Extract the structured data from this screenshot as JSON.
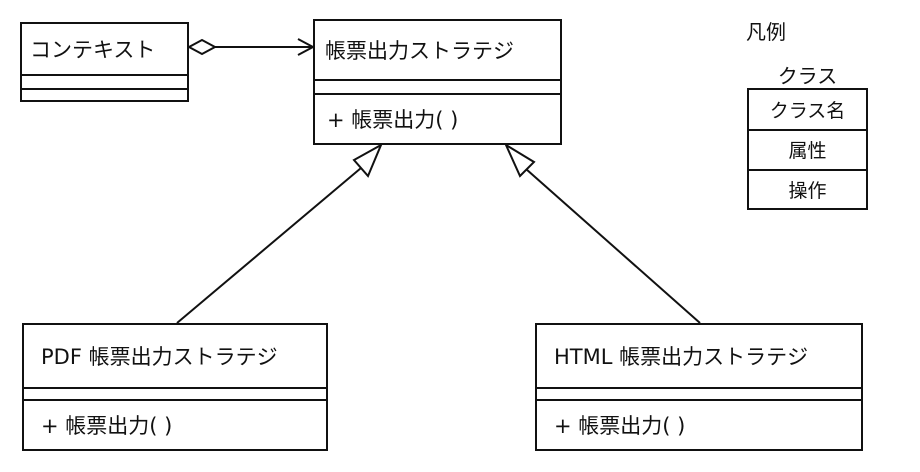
{
  "legend": {
    "title": "凡例",
    "class_label": "クラス",
    "rows": [
      "クラス名",
      "属性",
      "操作"
    ]
  },
  "classes": {
    "context": {
      "name": "コンテキスト",
      "operation": ""
    },
    "strategy": {
      "name": "帳票出力ストラテジ",
      "operation": "+ 帳票出力( )"
    },
    "pdf_strategy": {
      "name": "PDF 帳票出力ストラテジ",
      "operation": "+ 帳票出力( )"
    },
    "html_strategy": {
      "name": "HTML 帳票出力ストラテジ",
      "operation": "+ 帳票出力( )"
    }
  },
  "relations": [
    {
      "type": "aggregation-navigable",
      "from": "context",
      "to": "strategy"
    },
    {
      "type": "generalization",
      "from": "pdf_strategy",
      "to": "strategy"
    },
    {
      "type": "generalization",
      "from": "html_strategy",
      "to": "strategy"
    }
  ],
  "colors": {
    "line": "#111111",
    "background": "#ffffff"
  }
}
